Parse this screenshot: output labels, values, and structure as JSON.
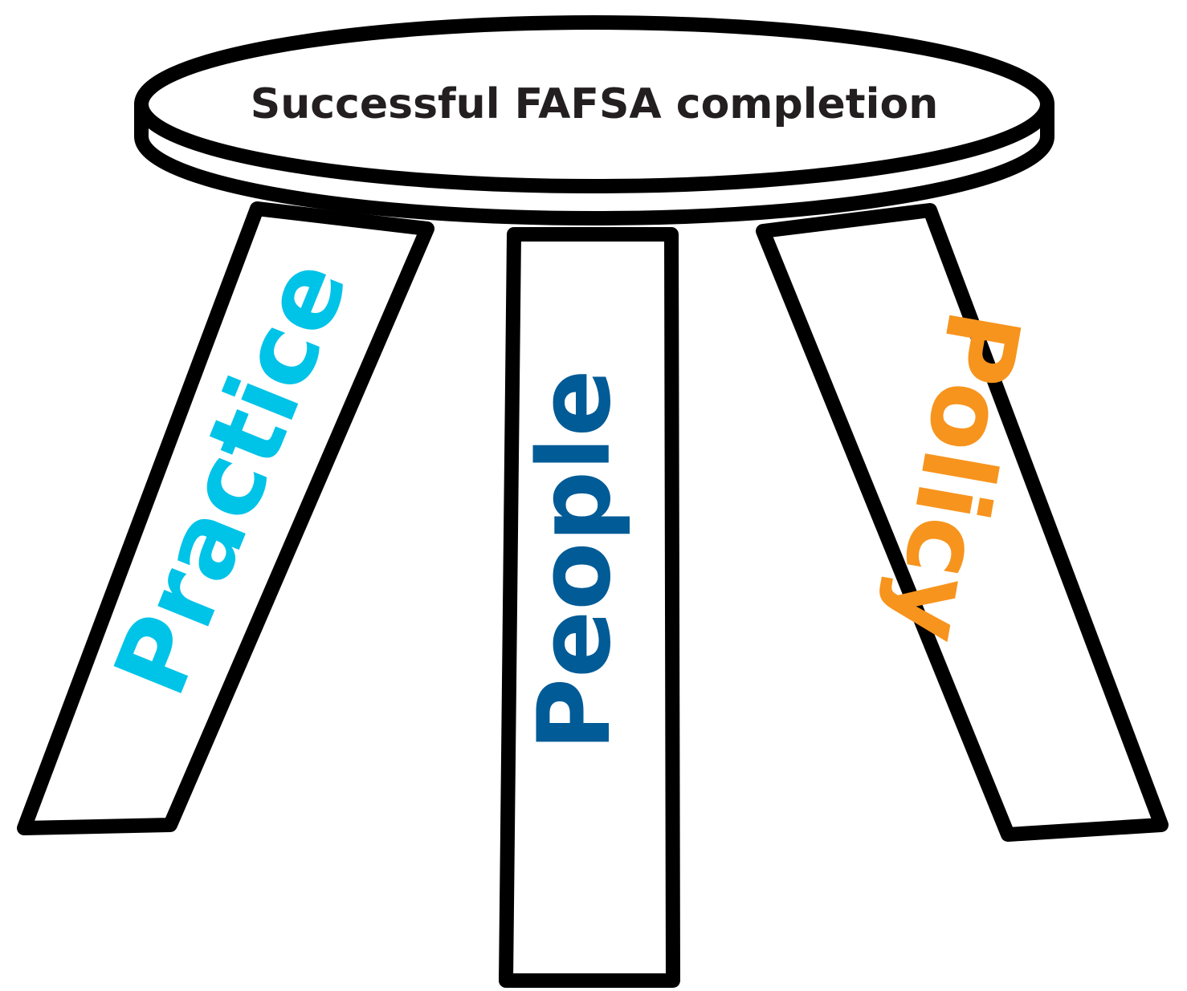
{
  "diagram": {
    "seat": {
      "label": "Successful FAFSA completion"
    },
    "legs": [
      {
        "id": "left",
        "label": "Practice",
        "color": "#00c3e8"
      },
      {
        "id": "middle",
        "label": "People",
        "color": "#005b96"
      },
      {
        "id": "right",
        "label": "Policy",
        "color": "#f7941d"
      }
    ]
  }
}
